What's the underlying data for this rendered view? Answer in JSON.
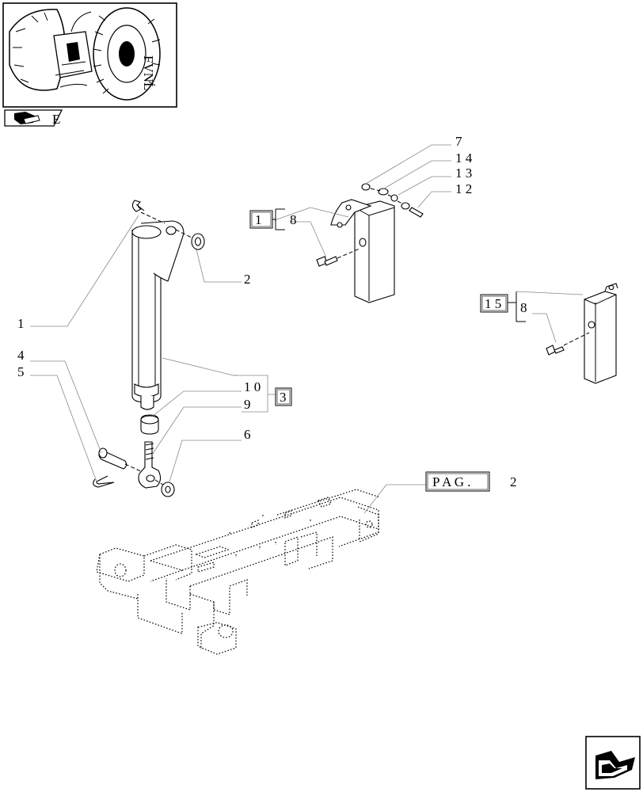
{
  "thumbnail": {
    "label": "FVNL"
  },
  "nav_back": {
    "label": "E"
  },
  "callouts": {
    "c1": "1",
    "c2": "2",
    "c4": "4",
    "c5": "5",
    "c6": "6",
    "c7": "7",
    "c9": "9",
    "c10": "1 0",
    "c12": "1 2",
    "c13": "1 3",
    "c14": "1 4",
    "c8a": "8",
    "c8b": "8"
  },
  "ref_boxes": {
    "box_3": "3",
    "box_1": "1",
    "box_15": "1 5",
    "pag_label": "P A G .",
    "pag_value": "2"
  },
  "icons": {
    "section_icon": "book-arrow-icon",
    "next_page_icon": "arrow-down-left-icon"
  }
}
